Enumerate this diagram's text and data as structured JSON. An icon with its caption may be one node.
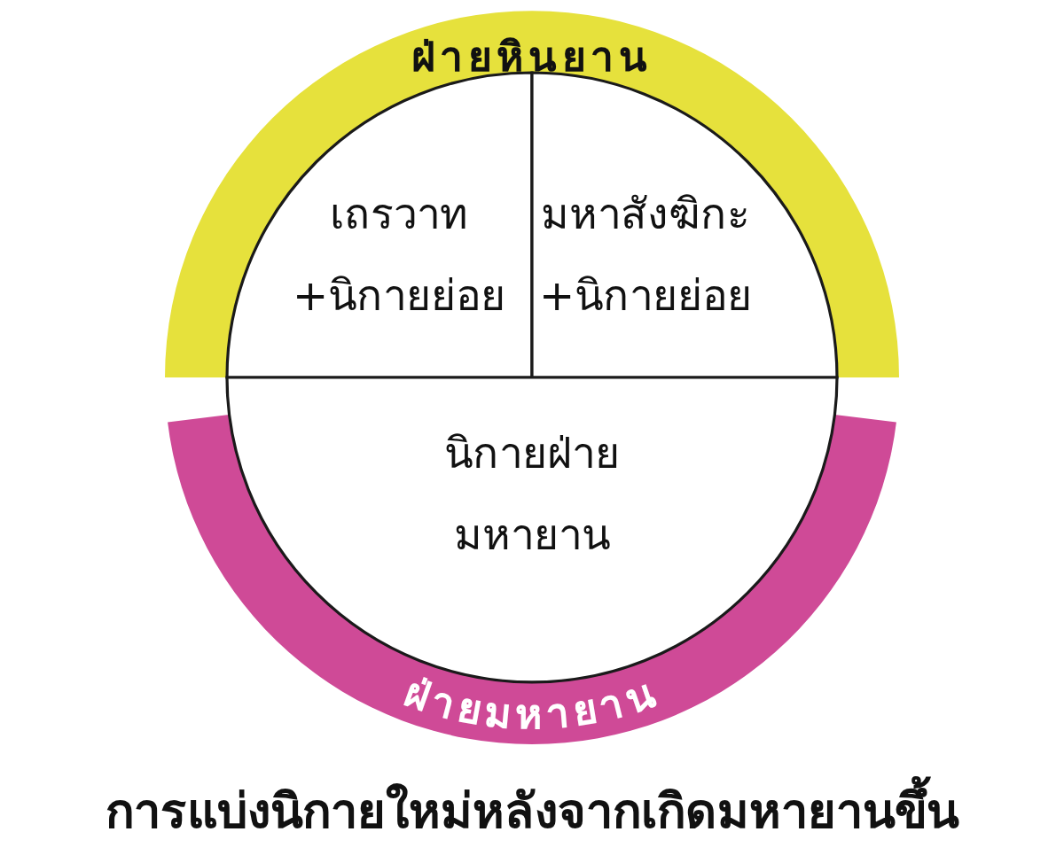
{
  "diagram": {
    "caption": "การแบ่งนิกายใหม่หลังจากเกิดมหายานขึ้น",
    "nodes": [
      {
        "text": [
          "ฝ่ายหินยาน"
        ]
      },
      {
        "text": [
          "ฝ่ายมหายาน"
        ]
      },
      {
        "text": [
          "เถรวาท +นิกายย่อย"
        ],
        "in": 0
      },
      {
        "text": [
          "มหาสังฆิกะ +นิกายย่อย"
        ],
        "in": 0
      },
      {
        "text": [
          "นิกายฝ่ายมหายาน"
        ],
        "in": 1
      }
    ]
  }
}
